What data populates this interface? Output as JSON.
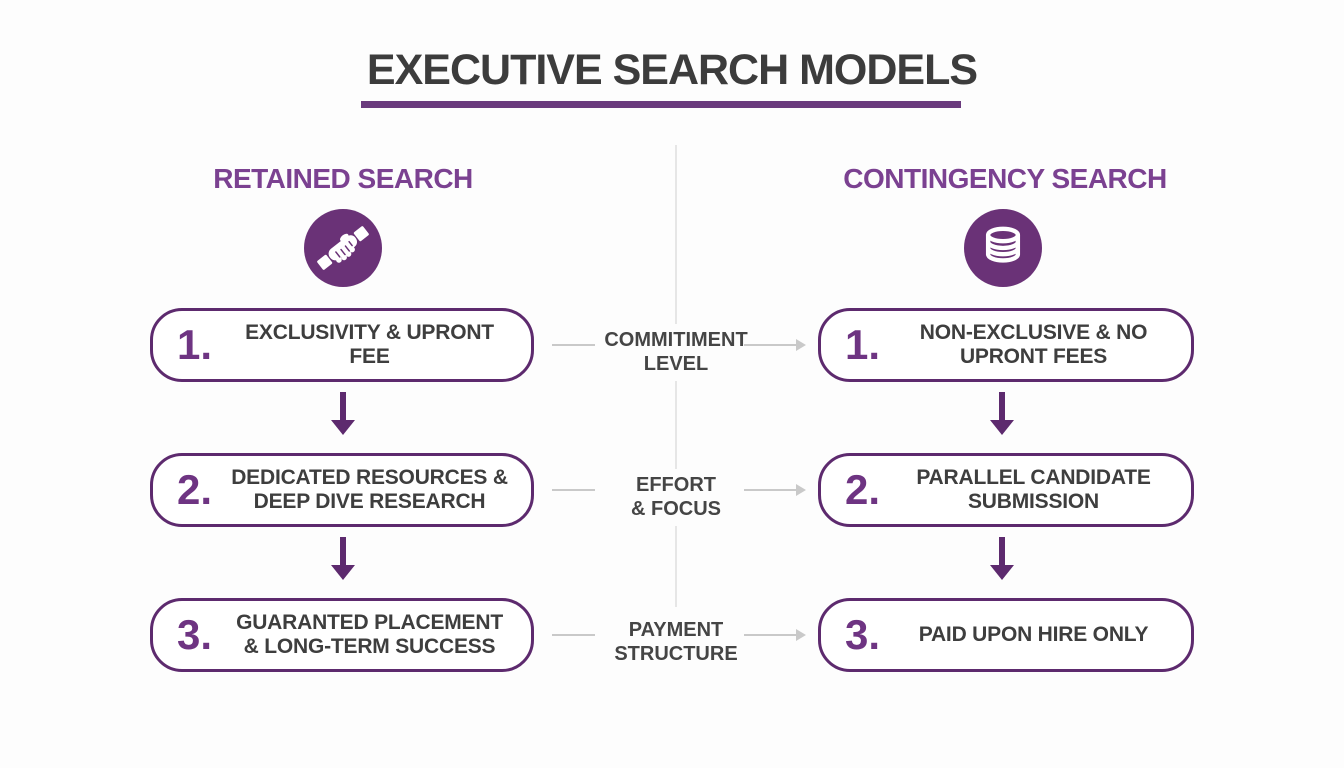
{
  "title": "EXECUTIVE SEARCH MODELS",
  "left_column": {
    "heading": "RETAINED SEARCH",
    "icon": "handshake-icon"
  },
  "right_column": {
    "heading": "CONTINGENCY SEARCH",
    "icon": "coin-stack-icon"
  },
  "rows": [
    {
      "left_number": "1.",
      "left_text": "EXCLUSIVITY & UPRONT FEE",
      "dimension": "COMMITIMENT\nLEVEL",
      "right_number": "1.",
      "right_text": "NON-EXCLUSIVE & NO\nUPRONT FEES"
    },
    {
      "left_number": "2.",
      "left_text": "DEDICATED RESOURCES &\nDEEP DIVE RESEARCH",
      "dimension": "EFFORT\n& FOCUS",
      "right_number": "2.",
      "right_text": "PARALLEL CANDIDATE\nSUBMISSION"
    },
    {
      "left_number": "3.",
      "left_text": "GUARANTED PLACEMENT\n& LONG-TERM SUCCESS",
      "dimension": "PAYMENT\nSTRUCTURE",
      "right_number": "3.",
      "right_text": "PAID UPON HIRE ONLY"
    }
  ],
  "colors": {
    "purple_dark": "#5d2a6e",
    "purple_heading": "#7b4191",
    "purple_icon_bg": "#6a3277",
    "purple_underline": "#6a3a7d",
    "text_dark": "#3c3c3c",
    "arrow_gray": "#c9c9c9",
    "divider_gray": "#e6e6e6",
    "background": "#fdfdfd"
  }
}
